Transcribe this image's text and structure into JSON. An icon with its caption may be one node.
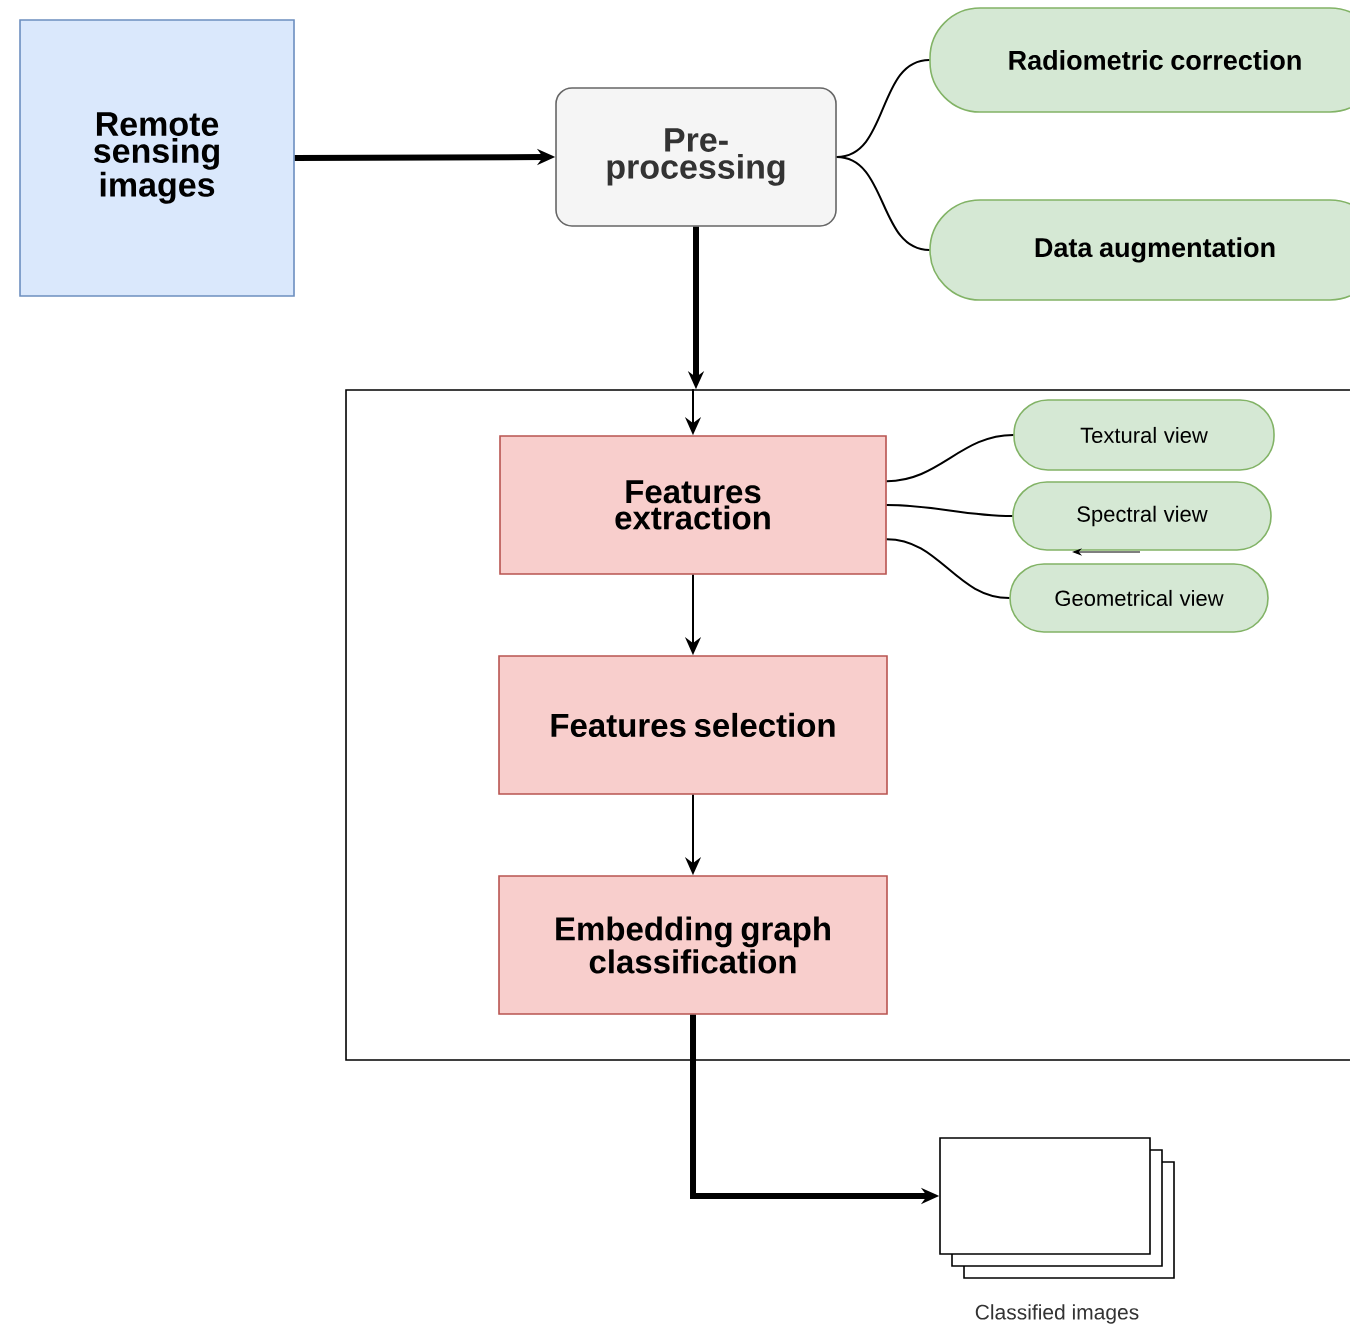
{
  "diagram": {
    "nodes": [
      {
        "text": [
          "Remote sensing images"
        ]
      },
      {
        "text": [
          "Pre-processing"
        ]
      },
      {
        "text": [
          "Radiometric correction"
        ]
      },
      {
        "text": [
          "Data augmentation"
        ]
      },
      {
        "text": [],
        "shape": "box"
      },
      {
        "text": [
          "Features extraction"
        ],
        "in": 4
      },
      {
        "text": [
          "Textural view"
        ],
        "in": 4
      },
      {
        "text": [
          "Spectral view"
        ],
        "in": 4
      },
      {
        "text": [
          "Geometrical view"
        ],
        "in": 4
      },
      {
        "text": [
          "Features selection"
        ],
        "in": 4
      },
      {
        "text": [
          "Embedding graph classification"
        ],
        "in": 4
      },
      {
        "text": [],
        "shape": "box",
        "beside": [
          "Classified images"
        ]
      }
    ],
    "edges": [
      {
        "from": 0,
        "to": 1,
        "arrow": "to",
        "style": "thick"
      },
      {
        "from": 1,
        "to": 2,
        "arrow": "none"
      },
      {
        "from": 1,
        "to": 3,
        "arrow": "none"
      },
      {
        "from": 1,
        "to": 4,
        "arrow": "to",
        "style": "thick"
      },
      {
        "from": 4,
        "to": 5,
        "arrow": "to"
      },
      {
        "from": 5,
        "to": 6,
        "arrow": "none"
      },
      {
        "from": 5,
        "to": 7,
        "arrow": "none"
      },
      {
        "from": 5,
        "to": 8,
        "arrow": "none"
      },
      {
        "from": 5,
        "to": 9,
        "arrow": "to"
      },
      {
        "from": 9,
        "to": 10,
        "arrow": "to"
      },
      {
        "from": 10,
        "to": 11,
        "arrow": "to",
        "style": "thick"
      }
    ]
  }
}
